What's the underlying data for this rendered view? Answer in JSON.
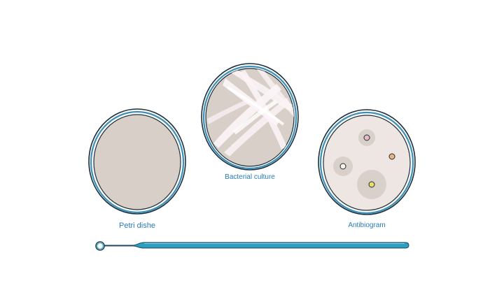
{
  "labels": {
    "petri_dish": "Petri dishe",
    "bacterial_culture": "Bacterial culture",
    "antibiogram": "Antibiogram"
  },
  "colors": {
    "label_text": "#2a7bb3",
    "dish_rim_dark": "#1c2e3a",
    "dish_rim_blue": "#3d8fb8",
    "agar": "#d8cfc8",
    "agar_light": "#ede6e3",
    "bacteria_streak": "#fbf3f5",
    "inhibition_zone": "#d9d0c9",
    "loop_blue": "#2b9ec2",
    "loop_dark": "#1b4a60"
  },
  "icons": {
    "petri_dish": "petri-dish-icon",
    "bacterial_culture": "bacterial-culture-dish-icon",
    "antibiogram": "antibiogram-dish-icon",
    "inoculation_loop": "inoculation-loop-icon"
  },
  "antibiotic_discs": [
    {
      "color": "#e8b8c8"
    },
    {
      "color": "#f2b27a"
    },
    {
      "color": "#fbf3e6"
    },
    {
      "color": "#e8dc6a"
    }
  ]
}
